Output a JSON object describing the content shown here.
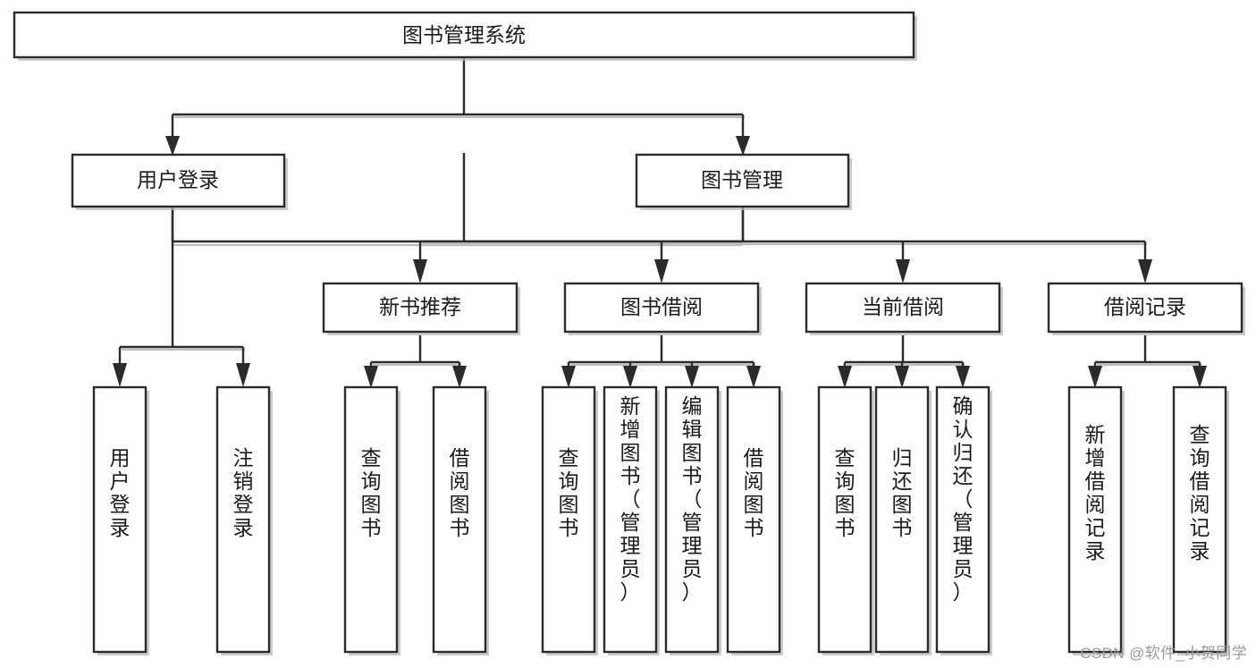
{
  "diagram": {
    "type": "tree-hierarchy",
    "title": "图书管理系统",
    "root": {
      "id": "root",
      "label": "图书管理系统"
    },
    "level2": [
      {
        "id": "user-login",
        "label": "用户登录"
      },
      {
        "id": "book-manage",
        "label": "图书管理"
      }
    ],
    "level3": [
      {
        "id": "new-book-rec",
        "label": "新书推荐",
        "parent": "book-manage"
      },
      {
        "id": "book-borrow",
        "label": "图书借阅",
        "parent": "book-manage"
      },
      {
        "id": "current-borrow",
        "label": "当前借阅",
        "parent": "book-manage"
      },
      {
        "id": "borrow-record",
        "label": "借阅记录",
        "parent": "book-manage"
      }
    ],
    "leaves": [
      {
        "id": "leaf-user-login",
        "label": "用户登录",
        "parent": "user-login"
      },
      {
        "id": "leaf-logout",
        "label": "注销登录",
        "parent": "user-login"
      },
      {
        "id": "leaf-query-book-1",
        "label": "查询图书",
        "parent": "new-book-rec"
      },
      {
        "id": "leaf-borrow-book-1",
        "label": "借阅图书",
        "parent": "new-book-rec"
      },
      {
        "id": "leaf-query-book-2",
        "label": "查询图书",
        "parent": "book-borrow"
      },
      {
        "id": "leaf-add-book",
        "label": "新增图书（管理员）",
        "parent": "book-borrow"
      },
      {
        "id": "leaf-edit-book",
        "label": "编辑图书（管理员）",
        "parent": "book-borrow"
      },
      {
        "id": "leaf-borrow-book-2",
        "label": "借阅图书",
        "parent": "book-borrow"
      },
      {
        "id": "leaf-query-book-3",
        "label": "查询图书",
        "parent": "current-borrow"
      },
      {
        "id": "leaf-return-book",
        "label": "归还图书",
        "parent": "current-borrow"
      },
      {
        "id": "leaf-confirm-return",
        "label": "确认归还（管理员）",
        "parent": "current-borrow"
      },
      {
        "id": "leaf-add-record",
        "label": "新增借阅记录",
        "parent": "borrow-record"
      },
      {
        "id": "leaf-query-record",
        "label": "查询借阅记录",
        "parent": "borrow-record"
      }
    ],
    "colors": {
      "box_stroke": "#2b2b2b",
      "box_fill": "#ffffff",
      "line": "#2b2b2b",
      "shadow": "#b9b9b9",
      "text": "#1a1a1a",
      "background": "#ffffff",
      "watermark": "#9a9a9a"
    }
  },
  "watermark": {
    "text": "CSDN @软件_小贺同学"
  }
}
